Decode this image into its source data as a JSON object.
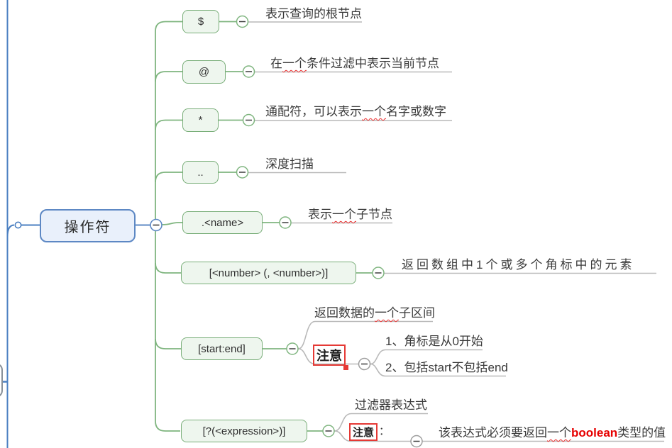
{
  "root": {
    "label": "操作符"
  },
  "branches": [
    {
      "op": "$",
      "desc": {
        "text": "表示查询的根节点"
      }
    },
    {
      "op": "@",
      "desc": {
        "pre": "在",
        "wavy": "一个",
        "post": "条件过滤中表示当前节点"
      }
    },
    {
      "op": "*",
      "desc": {
        "pre": "通配符，可以表示",
        "wavy": "一个",
        "post": "名字或数字"
      }
    },
    {
      "op": "..",
      "desc": {
        "text": "深度扫描"
      }
    },
    {
      "op": ".<name>",
      "desc": {
        "pre": "表示",
        "wavy": "一个",
        "post": "子节点"
      }
    },
    {
      "op": "[<number> (, <number>)]",
      "desc": {
        "text": "返回数组中1个或多个角标中的元素"
      }
    },
    {
      "op": "[start:end]",
      "desc": {
        "pre": "返回数据的",
        "wavy": "一个",
        "post": "子区间"
      },
      "note": {
        "label": "注意",
        "items": [
          {
            "text": "1、角标是从0开始"
          },
          {
            "text": "2、包括start不包括end"
          }
        ]
      }
    },
    {
      "op": "[?(<expression>)]",
      "desc": {
        "text": "过滤器表达式"
      },
      "note": {
        "label": "注意",
        "colon": "：",
        "detail": {
          "pre": "该表达式必须要返回",
          "wavy": "一个",
          "highlight": "boolean",
          "post": "类型的值"
        }
      }
    }
  ],
  "colors": {
    "branch_green": "#7fb57f",
    "node_green_fill": "#eef6ee",
    "node_green_border": "#79ae79",
    "root_blue": "#4a7fc1",
    "node_blue_fill": "#e9f0fb",
    "node_blue_border": "#5d88c4",
    "gray_line": "#b9b9b9",
    "note_red": "#e53935",
    "highlight_red": "#e60000"
  }
}
